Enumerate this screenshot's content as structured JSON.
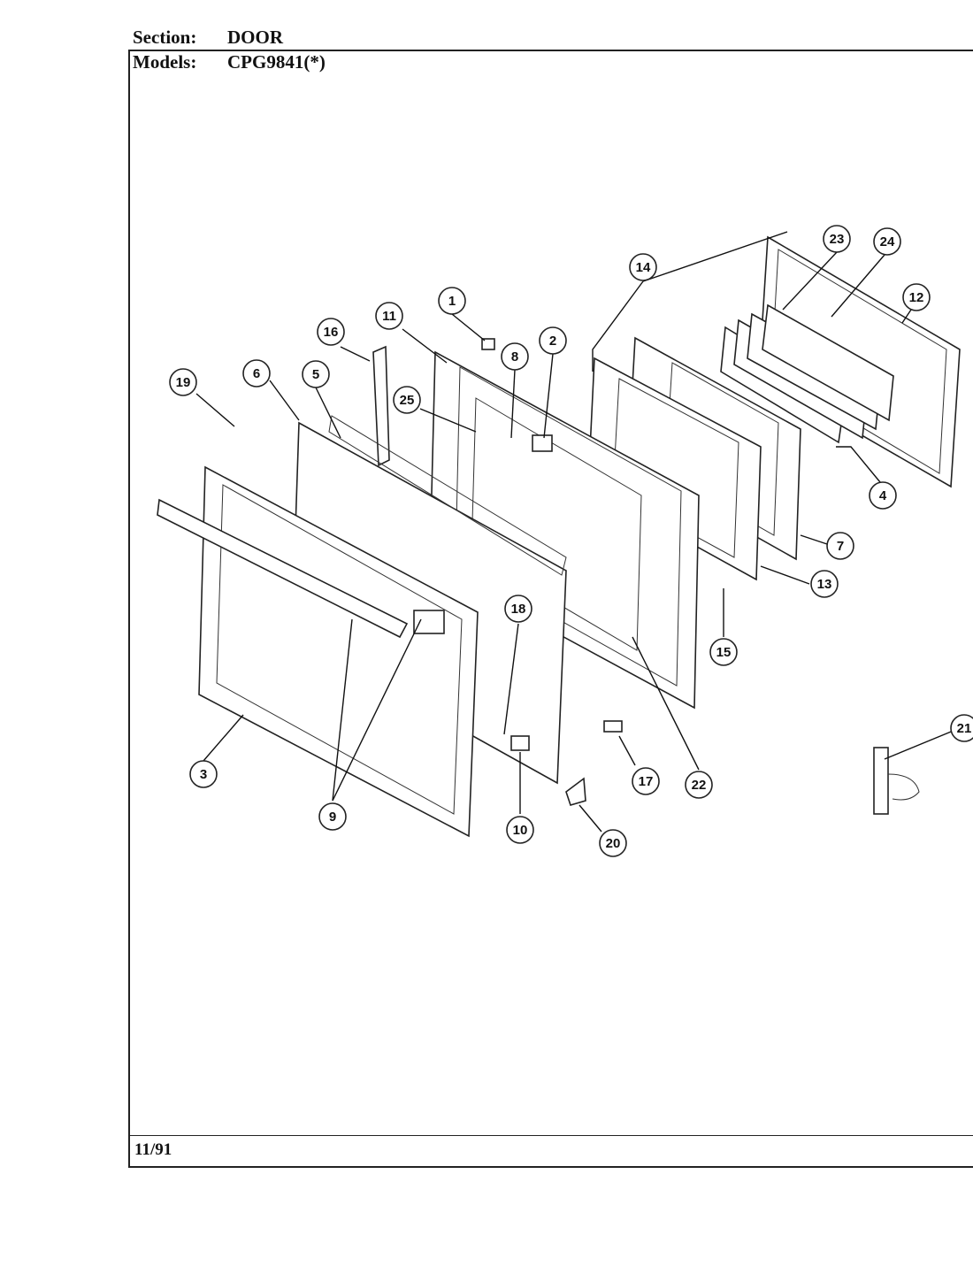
{
  "header": {
    "section_label": "Section:",
    "section_value": "DOOR",
    "models_label": "Models:",
    "models_value": "CPG9841(*)"
  },
  "footer": {
    "date_code": "11/91"
  },
  "callouts": [
    "1",
    "2",
    "3",
    "4",
    "5",
    "6",
    "7",
    "8",
    "9",
    "10",
    "11",
    "12",
    "13",
    "14",
    "15",
    "16",
    "17",
    "18",
    "19",
    "20",
    "21",
    "22",
    "23",
    "24",
    "25"
  ]
}
